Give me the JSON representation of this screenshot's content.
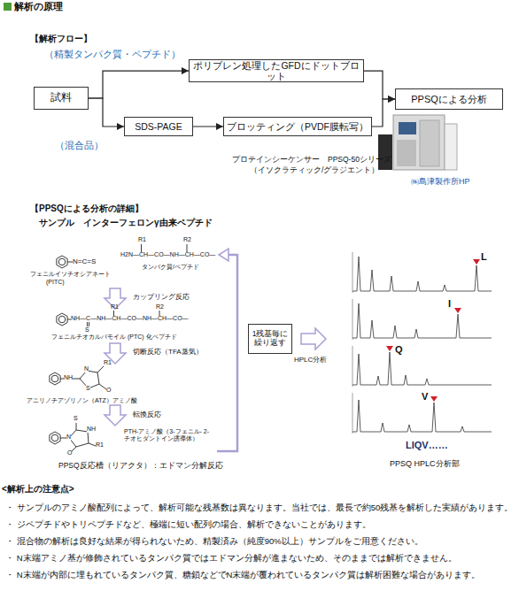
{
  "diagram": {
    "title": "解析の原理",
    "nodes": [
      {
        "text": [
          "試料"
        ]
      },
      {
        "text": [
          "ポリブレン処理したGFDにドットブロット"
        ]
      },
      {
        "text": [
          "SDS-PAGE"
        ]
      },
      {
        "text": [
          "ブロッティング（PVDF膜転写）"
        ]
      },
      {
        "text": [
          "PPSQによる分析"
        ]
      },
      {
        "text": [
          "1残基毎に繰り返す"
        ]
      }
    ],
    "edges": [
      {
        "from": 0,
        "to": 1,
        "arrow": "to"
      },
      {
        "from": 0,
        "to": 2,
        "arrow": "to"
      },
      {
        "from": 2,
        "to": 3,
        "arrow": "to"
      },
      {
        "from": 1,
        "to": 4,
        "arrow": "to"
      },
      {
        "from": 3,
        "to": 4,
        "arrow": "to"
      }
    ],
    "labels": [
      "【解析フロー】",
      "（精製タンパク質・ペプチド）",
      "（混合品）",
      "プロテインシーケンサー　PPSQ-50シリーズ",
      "（イソクラティック/グラジエント）",
      "㈱島津製作所HP",
      "【PPSQによる分析の詳細】",
      "サンプル　インターフェロンγ由来ペプチド",
      "N=C=S",
      "フェニルイソチオシアネート",
      "(PITC)",
      "R1",
      "R2",
      "H2N—CH—CO—NH—CH—CO—",
      "タンパク質/ペプチド",
      "カップリング反応",
      "NH—C—NH—CH—CO—NH—CH—CO—",
      "S",
      "R1",
      "R2",
      "フェニルチオカルバモイル (PTC) 化ペプチド",
      "切断反応（TFA蒸気）",
      "NH",
      "N",
      "S",
      "O",
      "R1",
      "アニリノチアゾリノン（ATZ）アミノ酸",
      "転換反応",
      "N",
      "S",
      "NH",
      "O",
      "R1",
      "PTH-アミノ酸（3-フェニル- 2-チオヒダントイン誘導体）",
      "HPLC分析",
      "PPSQ反応槽（リアクタ）：エドマン分解反応",
      "L",
      "I",
      "Q",
      "V",
      "LIQV……",
      "PPSQ HPLC分析部",
      "<解析上の注意点>",
      "・ サンプルのアミノ酸配列によって、解析可能な残基数は異なります。当社では、最長で約50残基を解析した実績があります。",
      "・ ジペプチドやトリペプチドなど、極端に短い配列の場合、解析できないことがあります。",
      "・ 混合物の解析は良好な結果が得られないため、精製済み（純度90%以上）サンプルをご用意ください。",
      "・ N末端アミノ基が修飾されているタンパク質ではエドマン分解が進まないため、そのままでは解析できません。",
      "・ N末端が内部に埋もれているタンパク質、糖鎖などでN末端が覆われているタンパク質は解析困難な場合があります。"
    ]
  }
}
